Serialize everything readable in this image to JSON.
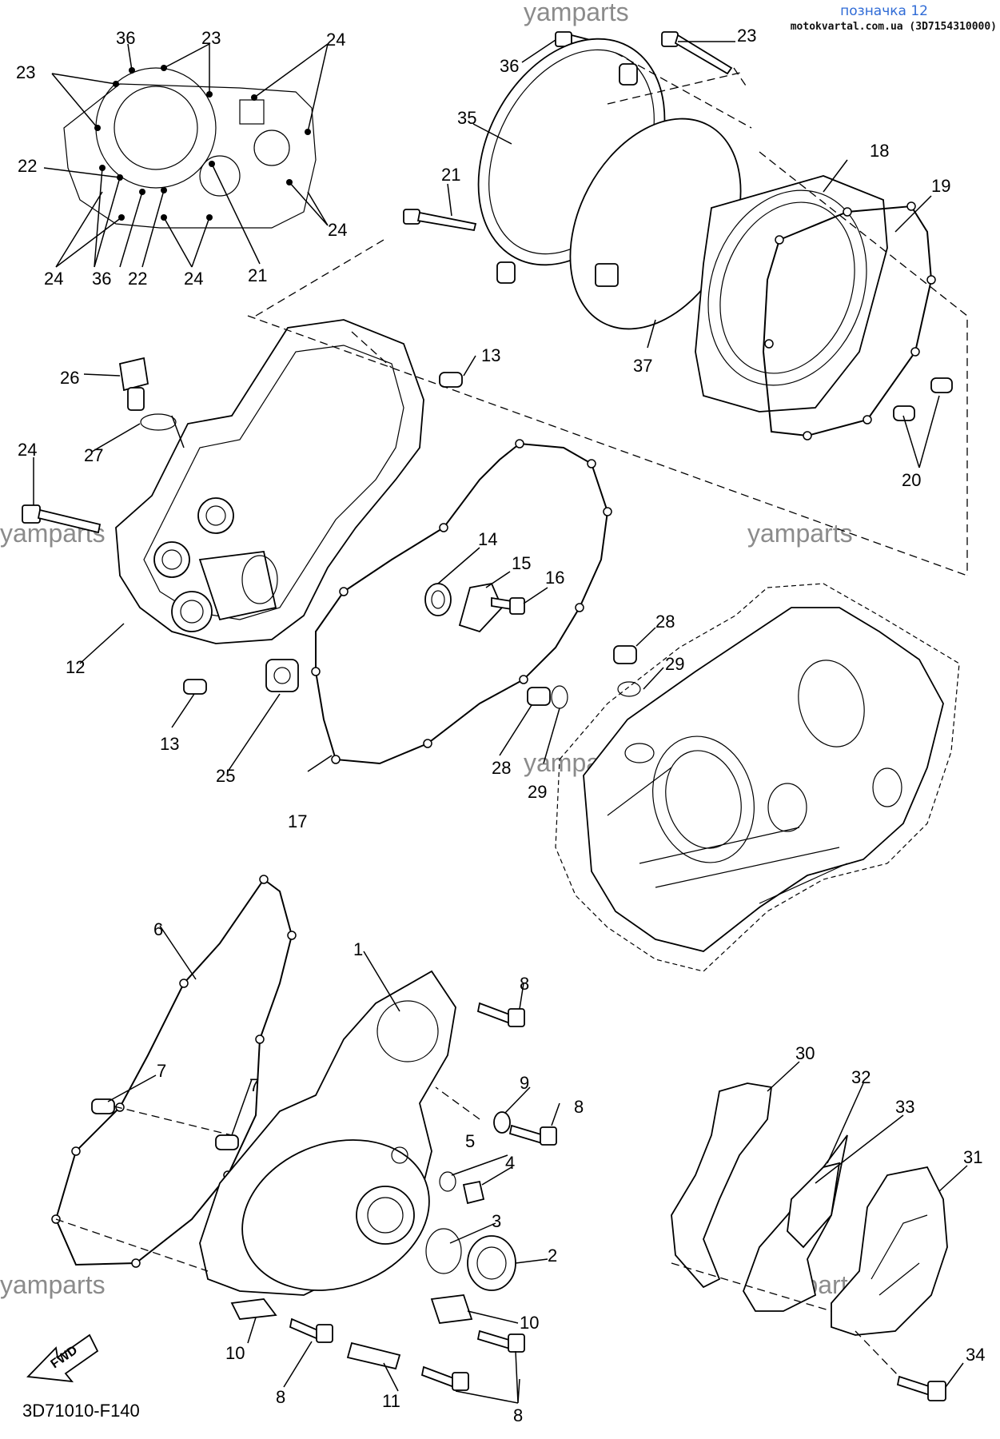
{
  "header": {
    "title": "позначка 12",
    "source": "motokvartal.com.ua (3D7154310000)"
  },
  "watermark": "yamparts",
  "diagram_code": "3D71010-F140",
  "fwd_label": "FWD",
  "callouts": {
    "c1": "1",
    "c2": "2",
    "c3": "3",
    "c4": "4",
    "c5": "5",
    "c6": "6",
    "c7": "7",
    "c8": "8",
    "c9": "9",
    "c10": "10",
    "c11": "11",
    "c12": "12",
    "c13": "13",
    "c14": "14",
    "c15": "15",
    "c16": "16",
    "c17": "17",
    "c18": "18",
    "c19": "19",
    "c20": "20",
    "c21": "21",
    "c22": "22",
    "c23": "23",
    "c24": "24",
    "c25": "25",
    "c26": "26",
    "c27": "27",
    "c28": "28",
    "c29": "29",
    "c30": "30",
    "c31": "31",
    "c32": "32",
    "c33": "33",
    "c34": "34",
    "c35": "35",
    "c36": "36",
    "c37": "37"
  }
}
